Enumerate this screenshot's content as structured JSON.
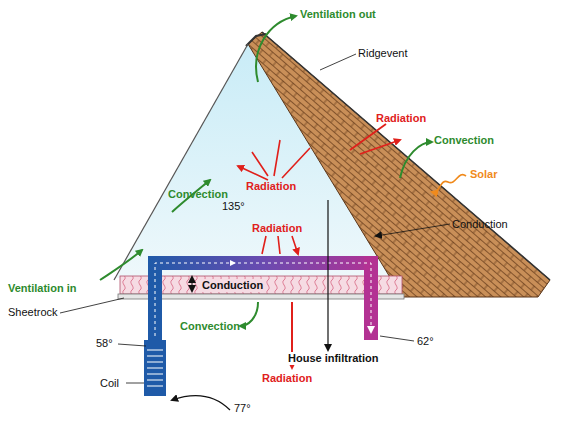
{
  "diagram": {
    "labels": [
      "Ventilation out",
      "Ridgevent",
      "Radiation",
      "Convection",
      "Solar",
      "Convection",
      "Radiation",
      "135°",
      "Radiation",
      "Conduction",
      "Ventilation in",
      "Conduction",
      "Sheetrock",
      "Convection",
      "58°",
      "62°",
      "House infiltration",
      "Radiation",
      "Coil",
      "77°"
    ]
  }
}
